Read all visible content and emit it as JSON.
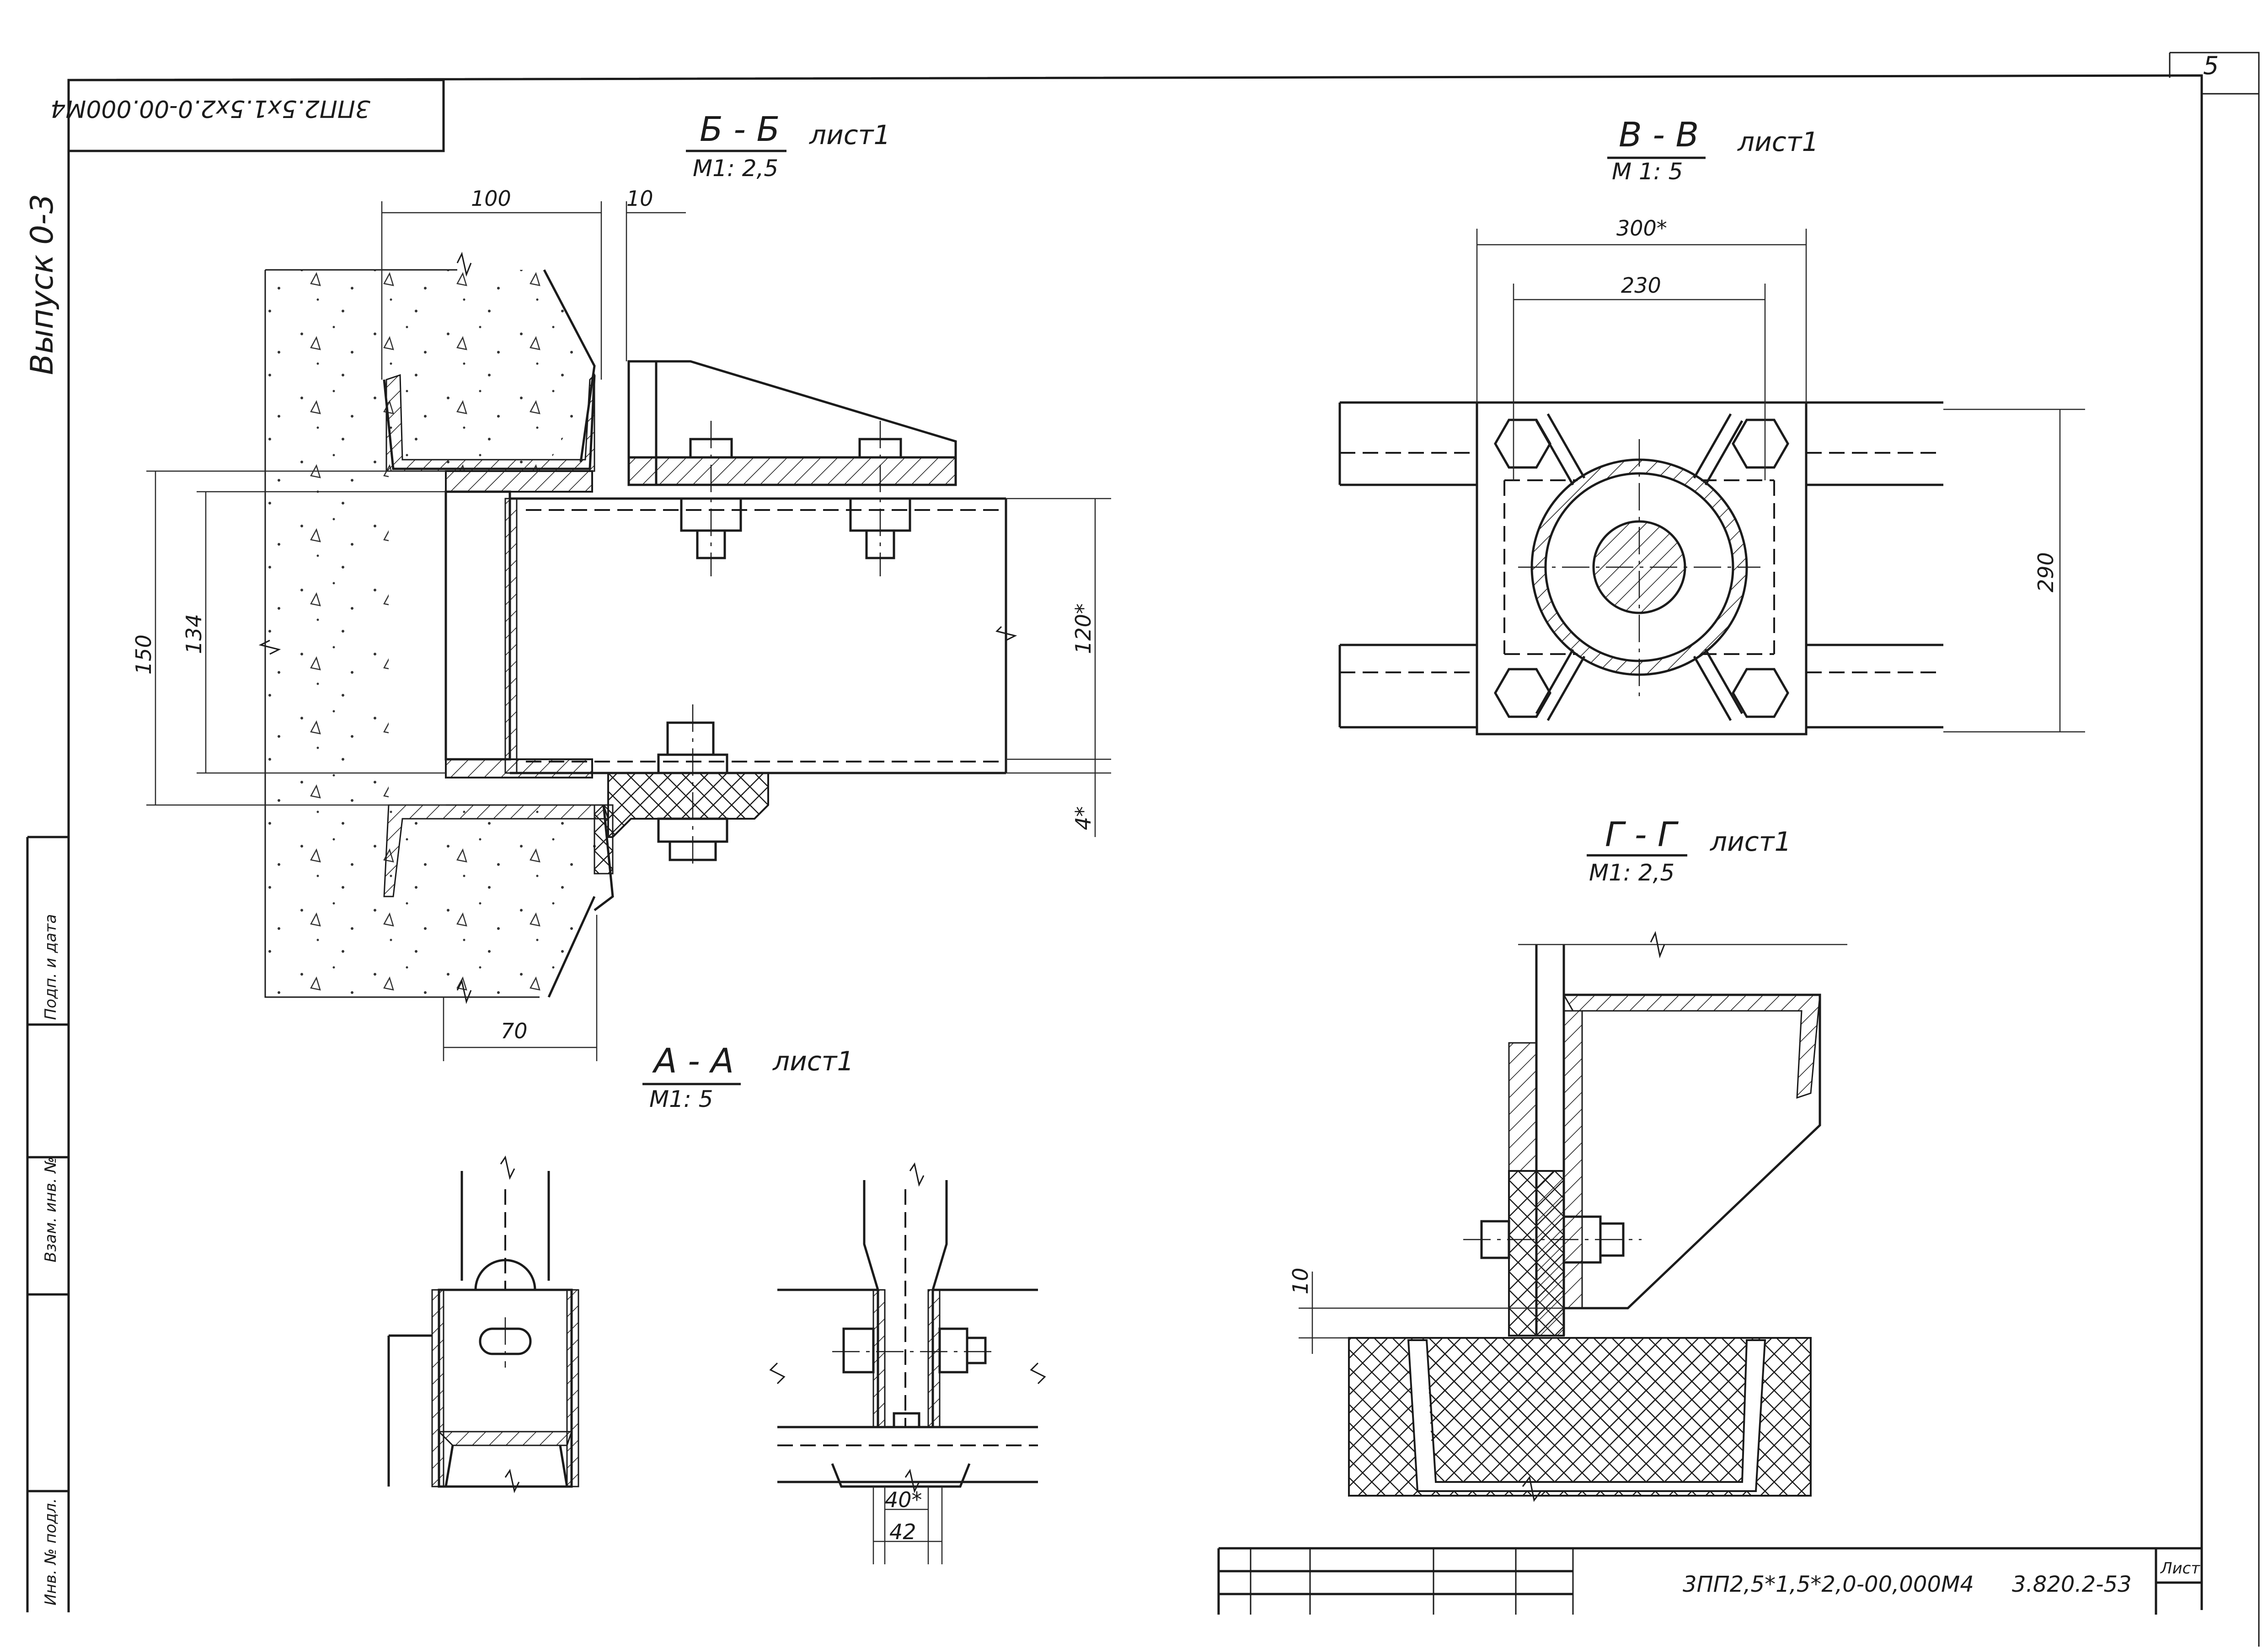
{
  "frame": {
    "doc_code_rotated": "3ПП2.5х1.5х2.0-00.000М4",
    "issue_label": "Выпуск 0-3",
    "sheet_number_top": "5"
  },
  "sections": {
    "bb": {
      "title": "Б - Б",
      "scale": "М1: 2,5",
      "sheet": "лист1"
    },
    "vv": {
      "title": "В - В",
      "scale": "М 1: 5",
      "sheet": "лист1"
    },
    "gg": {
      "title": "Г - Г",
      "scale": "М1: 2,5",
      "sheet": "лист1"
    },
    "aa": {
      "title": "А - А",
      "scale": "М1: 5",
      "sheet": "лист1"
    }
  },
  "dimensions": {
    "bb": {
      "d100": "100",
      "d10": "10",
      "d150": "150",
      "d134": "134",
      "d120": "120*",
      "d4": "4*",
      "d70": "70"
    },
    "vv": {
      "d300": "300*",
      "d230": "230",
      "d290": "290"
    },
    "gg": {
      "d10": "10"
    },
    "aa": {
      "d40": "40*",
      "d42": "42"
    }
  },
  "title_block": {
    "designation": "3ПП2,5*1,5*2,0-00,000М4",
    "series": "3.820.2-53",
    "sheet_label": "Лист"
  },
  "left_strip": {
    "label_a": "Взам. инв. №",
    "label_b": "Подп. и дата",
    "label_c": "Инв. № подл."
  }
}
